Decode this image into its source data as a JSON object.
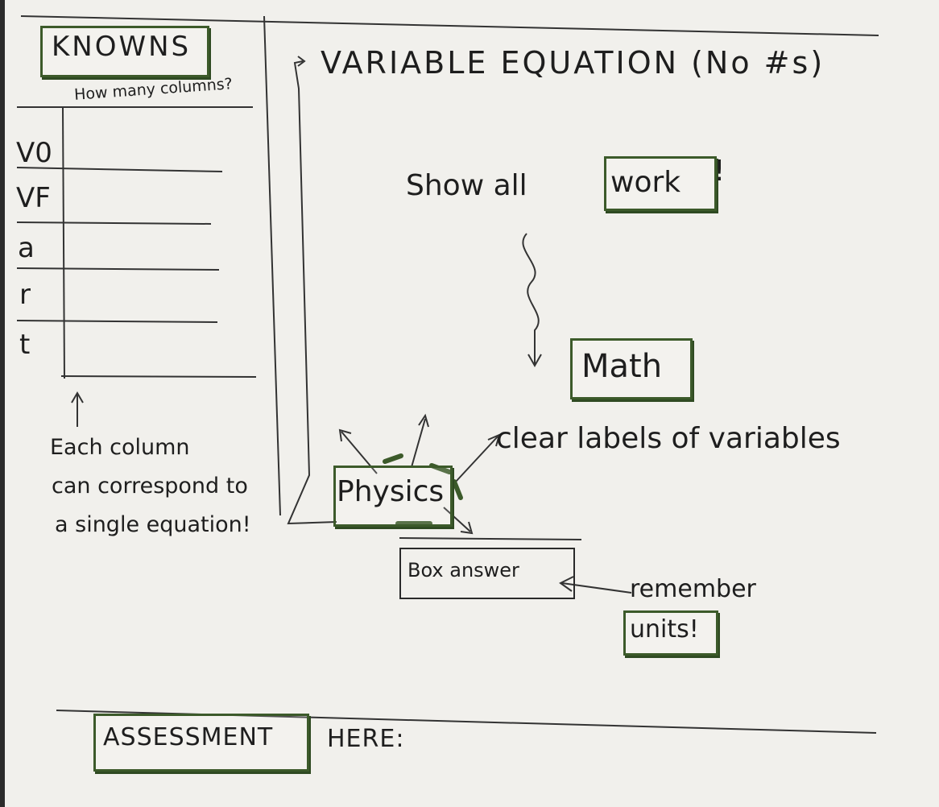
{
  "knowns": {
    "title": "KNOWNS",
    "subtitle": "How many columns?",
    "rows": [
      "V0",
      "VF",
      "a",
      "r",
      "t"
    ],
    "note": [
      "Each column",
      "can correspond to",
      "a single equation!"
    ]
  },
  "main": {
    "heading": "VARIABLE EQUATION (No #s)",
    "show_all": "Show all",
    "work": "work",
    "exclaim": "!",
    "math": "Math",
    "clear_labels": "clear labels of variables",
    "physics": "Physics",
    "box_answer": "Box answer",
    "remember": "remember",
    "units": "units!"
  },
  "footer": {
    "assessment": "ASSESSMENT",
    "here": "HERE:"
  },
  "colors": {
    "box_green": "#3c5a2a",
    "paper": "#f1f0ec",
    "ink": "#1e1e1e"
  }
}
